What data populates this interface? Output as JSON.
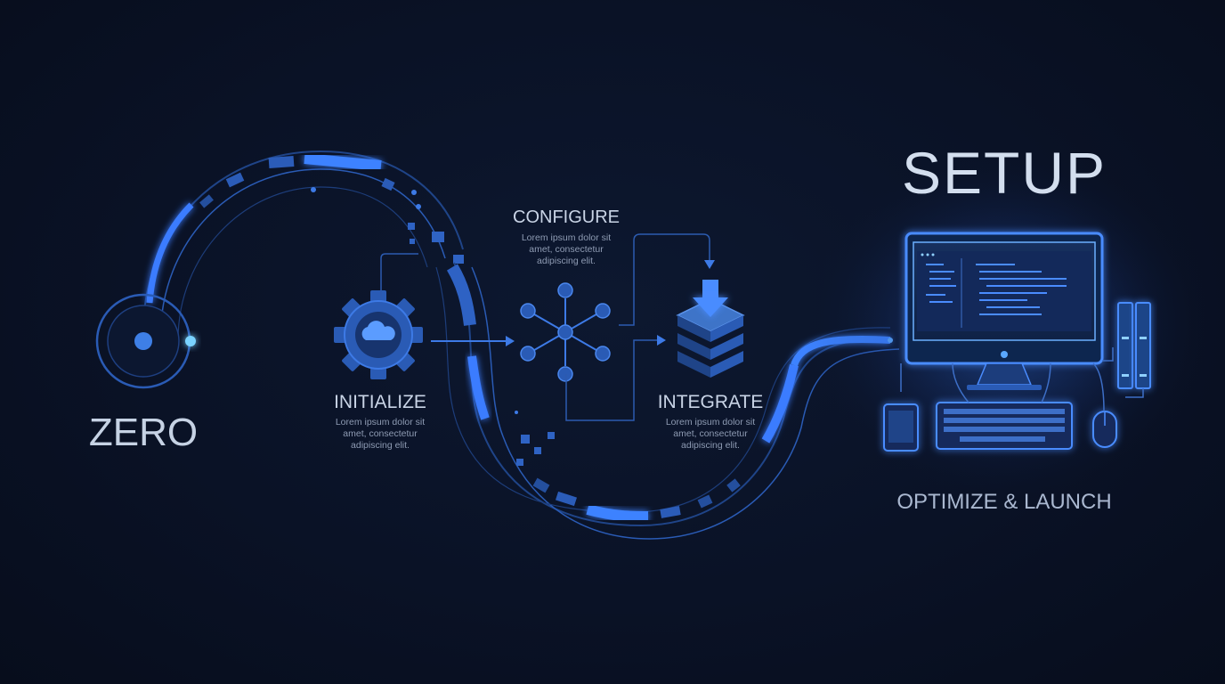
{
  "labels": {
    "start": "ZERO",
    "end": "SETUP",
    "final_step": "OPTIMIZE & LAUNCH"
  },
  "steps": [
    {
      "id": "initialize",
      "title": "INITIALIZE",
      "desc": [
        "Lorem ipsum dolor sit",
        "amet, consectetur",
        "adipiscing elit."
      ]
    },
    {
      "id": "configure",
      "title": "CONFIGURE",
      "desc": [
        "Lorem ipsum dolor sit",
        "amet, consectetur",
        "adipiscing elit."
      ]
    },
    {
      "id": "integrate",
      "title": "INTEGRATE",
      "desc": [
        "Lorem ipsum dolor sit",
        "amet, consectetur",
        "adipiscing elit."
      ]
    }
  ],
  "colors": {
    "background": "#0a1226",
    "accent": "#2f7bff",
    "accent_bright": "#4fa0ff",
    "line": "#2c5bb0",
    "glow": "#3f8cff"
  },
  "icons": {
    "initialize": "gear-cloud-icon",
    "configure": "network-nodes-icon",
    "integrate": "database-download-icon",
    "setup": "computer-workstation-icon"
  }
}
